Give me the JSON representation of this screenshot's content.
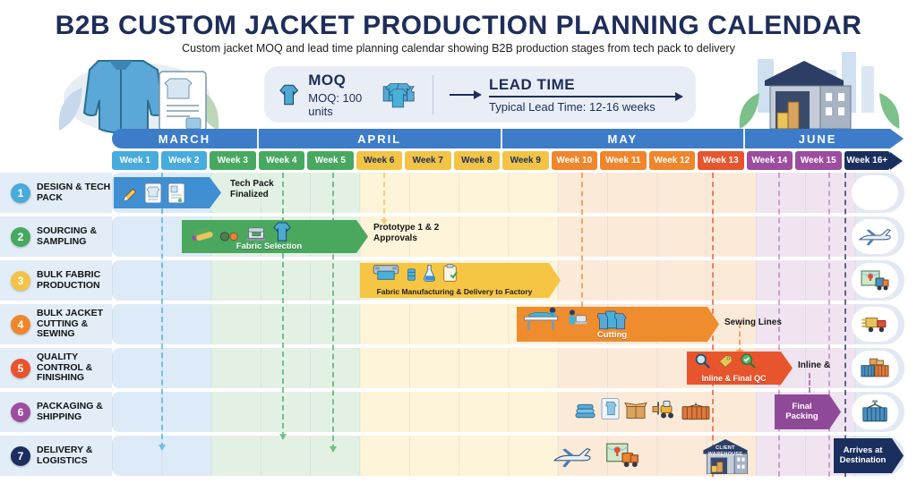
{
  "header": {
    "title": "B2B CUSTOM JACKET PRODUCTION PLANNING CALENDAR",
    "subtitle": "Custom jacket MOQ and lead time planning calendar showing B2B production stages from tech pack to delivery"
  },
  "info_box": {
    "moq_title": "MOQ",
    "moq_value": "MOQ: 100 units",
    "lead_time_title": "LEAD TIME",
    "lead_time_value": "Typical Lead Time: 12-16 weeks"
  },
  "calendar": {
    "months": [
      {
        "label": "MARCH",
        "weeks": 3
      },
      {
        "label": "APRIL",
        "weeks": 5
      },
      {
        "label": "MAY",
        "weeks": 5
      },
      {
        "label": "JUNE",
        "weeks": 3
      }
    ],
    "weeks": [
      {
        "label": "Week 1",
        "bg": "#47abdd",
        "fg": "#ffffff"
      },
      {
        "label": "Week 2",
        "bg": "#47abdd",
        "fg": "#ffffff"
      },
      {
        "label": "Week 3",
        "bg": "#47a960",
        "fg": "#ffffff"
      },
      {
        "label": "Week 4",
        "bg": "#47a960",
        "fg": "#ffffff"
      },
      {
        "label": "Week 5",
        "bg": "#47a960",
        "fg": "#ffffff"
      },
      {
        "label": "Week 6",
        "bg": "#f2c445",
        "fg": "#1e2d5a"
      },
      {
        "label": "Week 7",
        "bg": "#f2c445",
        "fg": "#1e2d5a"
      },
      {
        "label": "Week 8",
        "bg": "#f2c445",
        "fg": "#1e2d5a"
      },
      {
        "label": "Week 9",
        "bg": "#f2c445",
        "fg": "#1e2d5a"
      },
      {
        "label": "Week 10",
        "bg": "#ef862c",
        "fg": "#ffffff"
      },
      {
        "label": "Week 11",
        "bg": "#ef862c",
        "fg": "#ffffff"
      },
      {
        "label": "Week 12",
        "bg": "#ef862c",
        "fg": "#ffffff"
      },
      {
        "label": "Week 13",
        "bg": "#e8542d",
        "fg": "#ffffff"
      },
      {
        "label": "Week 14",
        "bg": "#9c4d9f",
        "fg": "#ffffff"
      },
      {
        "label": "Week 15",
        "bg": "#9c4d9f",
        "fg": "#ffffff"
      },
      {
        "label": "Week 16+",
        "bg": "#1b2f5e",
        "fg": "#ffffff"
      }
    ]
  },
  "stages": [
    {
      "num": "1",
      "label": "DESIGN & TECH PACK",
      "color": "#47abdd"
    },
    {
      "num": "2",
      "label": "SOURCING & SAMPLING",
      "color": "#47a960"
    },
    {
      "num": "3",
      "label": "BULK FABRIC PRODUCTION",
      "color": "#f2c445"
    },
    {
      "num": "4",
      "label": "BULK JACKET CUTTING & SEWING",
      "color": "#ef862c"
    },
    {
      "num": "5",
      "label": "QUALITY CONTROL & FINISHING",
      "color": "#e8542d"
    },
    {
      "num": "6",
      "label": "PACKAGING & SHIPPING",
      "color": "#9c4d9f"
    },
    {
      "num": "7",
      "label": "DELIVERY & LOGISTICS",
      "color": "#1b2f5e"
    }
  ],
  "timeline": {
    "row1_note": "Tech Pack Finalized",
    "row2_bar": "Fabric Selection",
    "row2_note": "Prototype 1 & 2 Approvals",
    "row3_bar": "Fabric Manufacturing & Delivery to Factory",
    "row4_bar": "Cutting",
    "row4_note": "Sewing Lines",
    "row5_bar": "Inline & Final QC",
    "row5_note": "Inline &",
    "row6_bar": "Final Packing",
    "row7_warehouse": "CLIENT WAREHOUSE",
    "row7_bar": "Arrives at Destination"
  }
}
